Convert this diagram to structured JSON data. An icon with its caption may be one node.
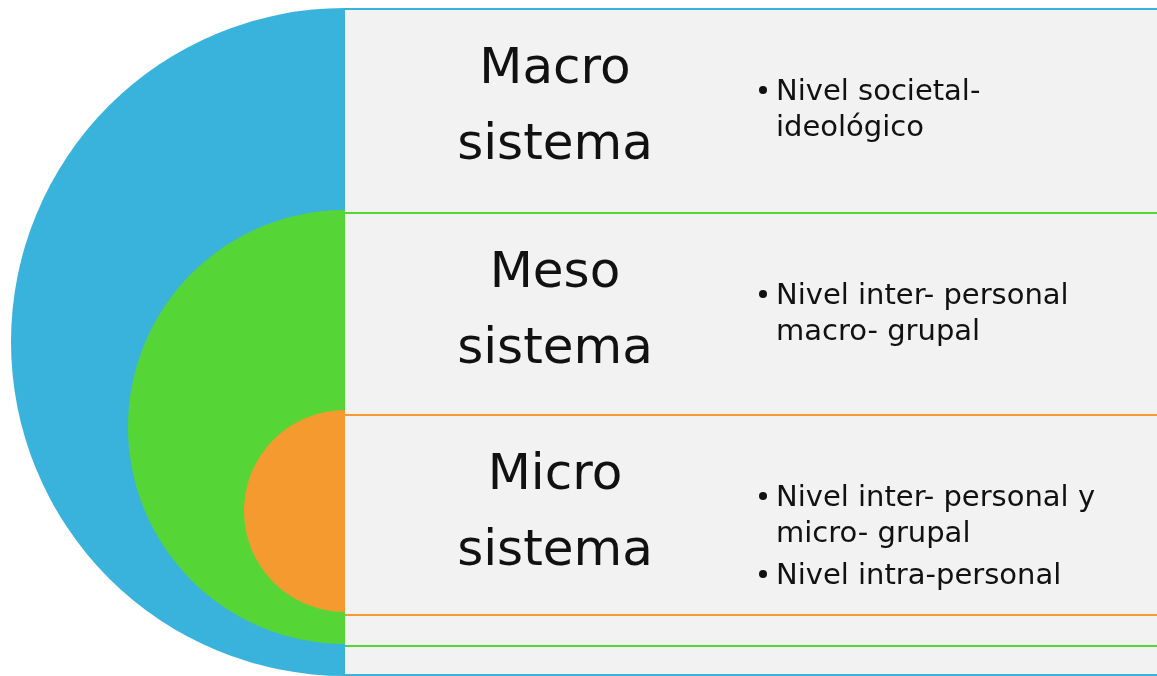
{
  "diagram": {
    "nodes": [
      {
        "text": [
          "Macro sistema",
          "Nivel societal- ideológico"
        ]
      },
      {
        "text": [
          "Meso sistema",
          "Nivel inter- personal macro- grupal"
        ],
        "in": 0
      },
      {
        "text": [
          "Micro sistema",
          "Nivel inter- personal y micro- grupal",
          "Nivel intra-personal"
        ],
        "in": 1
      }
    ],
    "edges": []
  }
}
